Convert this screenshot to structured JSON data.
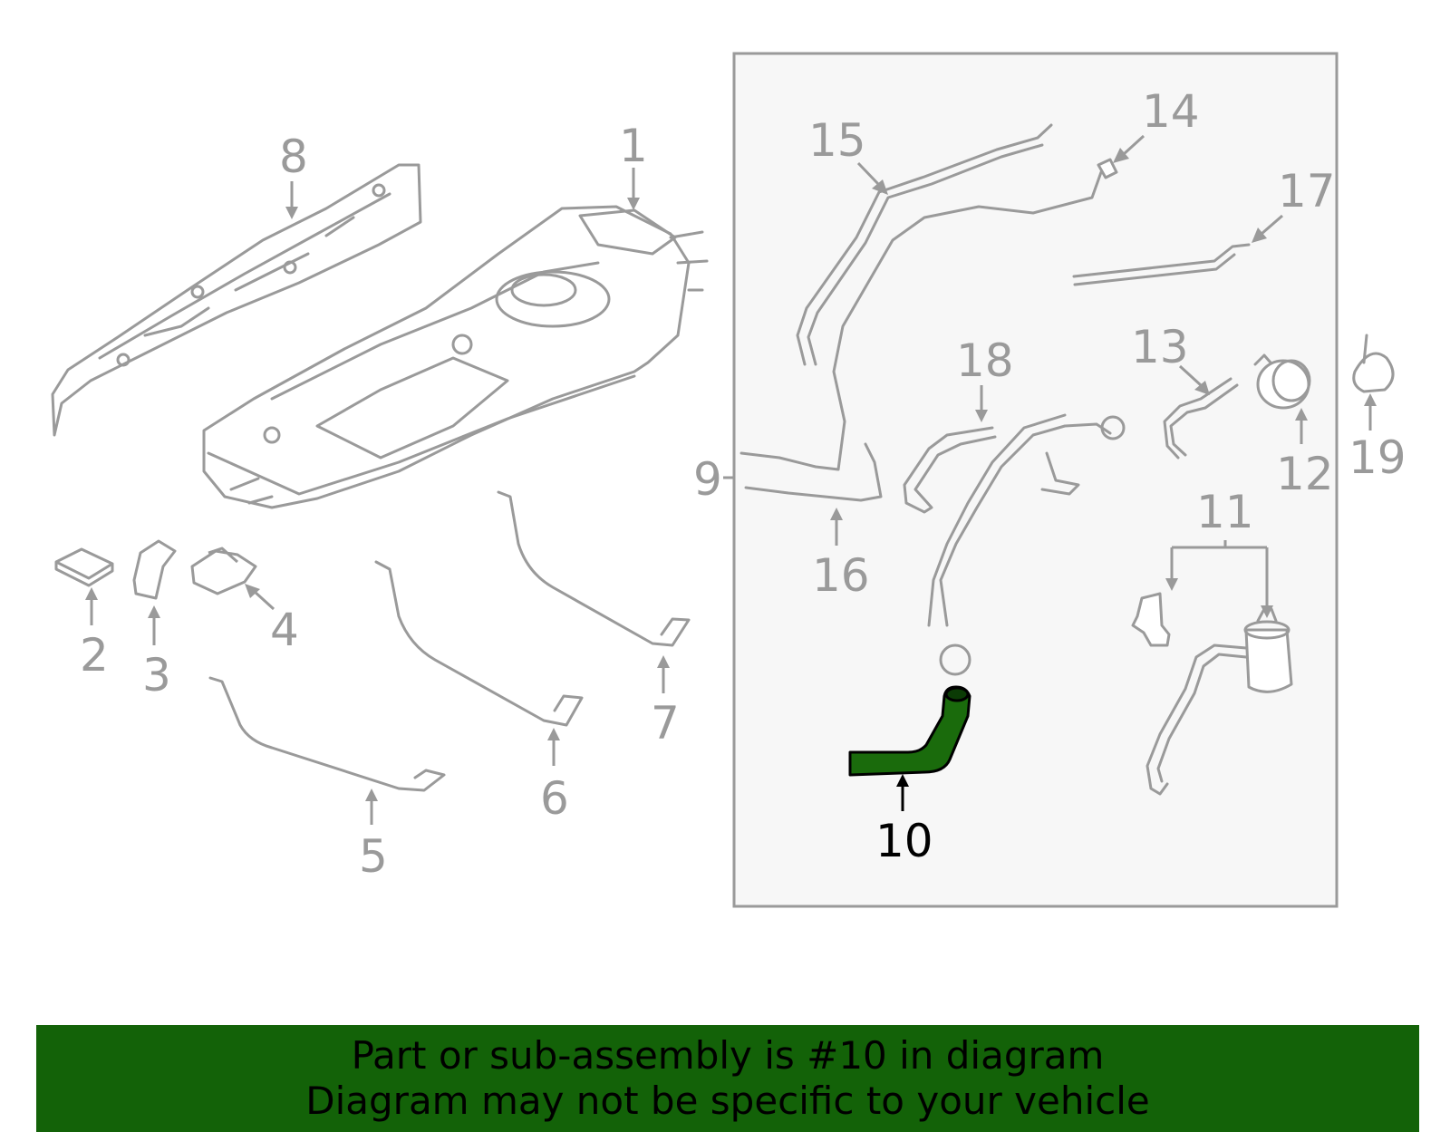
{
  "callouts": {
    "c1": "1",
    "c2": "2",
    "c3": "3",
    "c4": "4",
    "c5": "5",
    "c6": "6",
    "c7": "7",
    "c8": "8",
    "c9": "9",
    "c10": "10",
    "c11": "11",
    "c12": "12",
    "c13": "13",
    "c14": "14",
    "c15": "15",
    "c16": "16",
    "c17": "17",
    "c18": "18",
    "c19": "19"
  },
  "highlighted_part": "10",
  "colors": {
    "part_stroke": "#9a9a9a",
    "highlight_fill": "#1a6b0c",
    "banner_bg": "#136208",
    "inset_bg": "#f7f7f7"
  },
  "banner": {
    "line1": "Part or sub-assembly is #10 in diagram",
    "line2": "Diagram may not be specific to your vehicle"
  }
}
